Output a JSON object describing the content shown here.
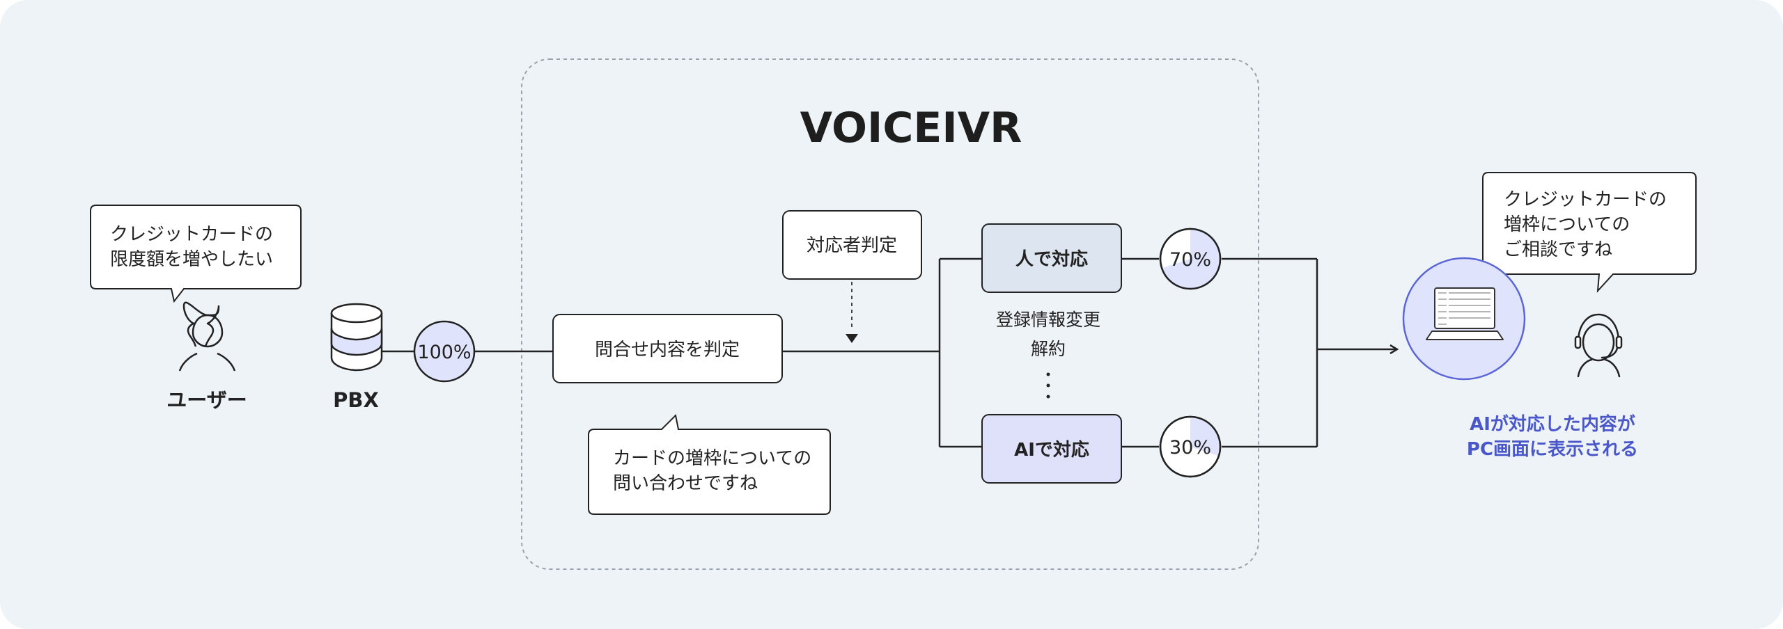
{
  "diagram": {
    "title": "VOICEIVR",
    "user": {
      "label": "ユーザー",
      "speech_line1": "クレジットカードの",
      "speech_line2": "限度額を増やしたい"
    },
    "pbx": {
      "label": "PBX",
      "percent": "100%",
      "share": 1.0
    },
    "inquiry_box": "問合せ内容を判定",
    "responder_box": "対応者判定",
    "inquiry_speech_line1": "カードの増枠についての",
    "inquiry_speech_line2": "問い合わせですね",
    "human_box": "人で対応",
    "human_percent": "70%",
    "human_share": 0.7,
    "ai_box": "AIで対応",
    "ai_percent": "30%",
    "ai_share": 0.3,
    "middle_list_line1": "登録情報変更",
    "middle_list_line2": "解約",
    "middle_list_dots": "・\n・\n・",
    "operator_speech_line1": "クレジットカードの",
    "operator_speech_line2": "増枠についての",
    "operator_speech_line3": "ご相談ですね",
    "result_line1": "AIが対応した内容が",
    "result_line2": "PC画面に表示される"
  },
  "colors": {
    "background": "#eef3f8",
    "accent_fill": "#dfe3fb",
    "accent_stroke": "#5b66d6",
    "accent_text": "#4a57c9",
    "human_box_fill": "#dde5f0",
    "ai_box_fill": "#dfe1fb",
    "stroke": "#222222"
  },
  "icons": {
    "user": "person-icon",
    "pbx": "database-icon",
    "laptop": "laptop-icon",
    "operator": "headset-operator-icon"
  }
}
